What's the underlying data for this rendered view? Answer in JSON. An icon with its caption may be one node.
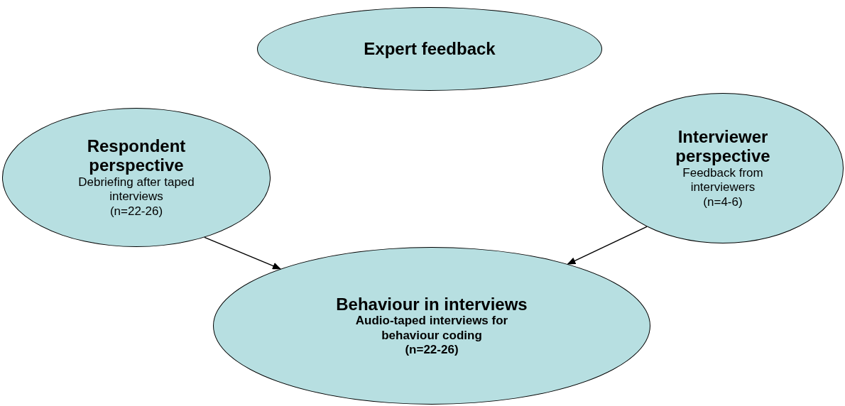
{
  "diagram": {
    "nodes": [
      {
        "text": [
          "Expert feedback"
        ]
      },
      {
        "text": [
          "Respondent perspective",
          "Debriefing after taped interviews",
          "(n=22-26)"
        ]
      },
      {
        "text": [
          "Interviewer perspective",
          "Feedback from interviewers",
          "(n=4-6)"
        ]
      },
      {
        "text": [
          "Behaviour in interviews",
          "Audio-taped interviews for behaviour coding",
          "(n=22-26)"
        ]
      }
    ],
    "edges": [
      {
        "from": 1,
        "to": 3,
        "arrow": "to"
      },
      {
        "from": 2,
        "to": 3,
        "arrow": "to"
      }
    ]
  }
}
